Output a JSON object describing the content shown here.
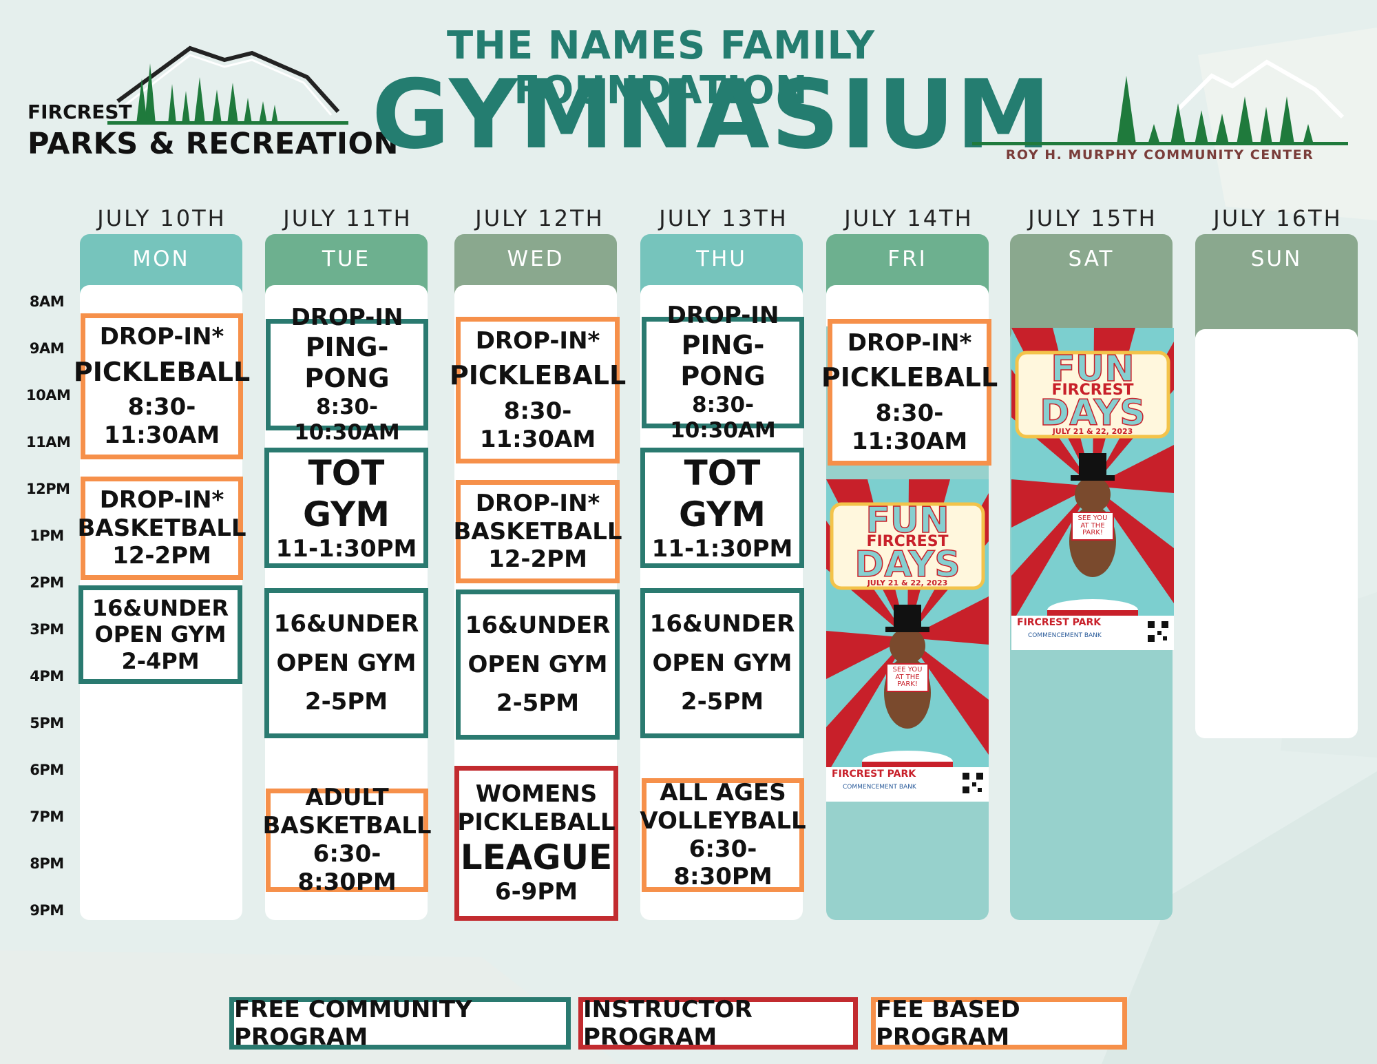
{
  "header": {
    "foundation": "THE NAMES FAMILY FOUNDATION",
    "title": "GYMNASIUM"
  },
  "logo_left": {
    "small": "FIRCREST",
    "big": "PARKS & RECREATION"
  },
  "logo_right": {
    "name": "ROY H. MURPHY COMMUNITY CENTER"
  },
  "times": [
    "8AM",
    "9AM",
    "10AM",
    "11AM",
    "12PM",
    "1PM",
    "2PM",
    "3PM",
    "4PM",
    "5PM",
    "6PM",
    "7PM",
    "8PM",
    "9PM"
  ],
  "days": [
    {
      "date": "JULY 10TH",
      "day": "MON",
      "color": "#76c4bc"
    },
    {
      "date": "JULY 11TH",
      "day": "TUE",
      "color": "#6db08f"
    },
    {
      "date": "JULY 12TH",
      "day": "WED",
      "color": "#8aa88e"
    },
    {
      "date": "JULY 13TH",
      "day": "THU",
      "color": "#76c4bc"
    },
    {
      "date": "JULY 14TH",
      "day": "FRI",
      "color": "#6db08f"
    },
    {
      "date": "JULY 15TH",
      "day": "SAT",
      "color": "#8aa88e"
    },
    {
      "date": "JULY 16TH",
      "day": "SUN",
      "color": "#8aa88e"
    }
  ],
  "events": {
    "mon": [
      {
        "type": "fee",
        "lines": [
          "DROP-IN*",
          "PICKLEBALL",
          "8:30-11:30AM"
        ]
      },
      {
        "type": "fee",
        "lines": [
          "DROP-IN*",
          "BASKETBALL",
          "12-2PM"
        ]
      },
      {
        "type": "free",
        "lines": [
          "16&UNDER",
          "OPEN GYM",
          "2-4PM"
        ]
      }
    ],
    "tue": [
      {
        "type": "free",
        "lines": [
          "DROP-IN",
          "PING-PONG",
          "8:30-10:30AM"
        ]
      },
      {
        "type": "free",
        "lines": [
          "TOT GYM",
          "11-1:30PM"
        ]
      },
      {
        "type": "free",
        "lines": [
          "16&UNDER",
          "OPEN GYM",
          "2-5PM"
        ]
      },
      {
        "type": "fee",
        "lines": [
          "ADULT",
          "BASKETBALL",
          "6:30-8:30PM"
        ]
      }
    ],
    "wed": [
      {
        "type": "fee",
        "lines": [
          "DROP-IN*",
          "PICKLEBALL",
          "8:30-11:30AM"
        ]
      },
      {
        "type": "fee",
        "lines": [
          "DROP-IN*",
          "BASKETBALL",
          "12-2PM"
        ]
      },
      {
        "type": "free",
        "lines": [
          "16&UNDER",
          "OPEN GYM",
          "2-5PM"
        ]
      },
      {
        "type": "instructor",
        "lines": [
          "WOMENS",
          "PICKLEBALL",
          "LEAGUE",
          "6-9PM"
        ]
      }
    ],
    "thu": [
      {
        "type": "free",
        "lines": [
          "DROP-IN",
          "PING-PONG",
          "8:30-10:30AM"
        ]
      },
      {
        "type": "free",
        "lines": [
          "TOT GYM",
          "11-1:30PM"
        ]
      },
      {
        "type": "free",
        "lines": [
          "16&UNDER",
          "OPEN GYM",
          "2-5PM"
        ]
      },
      {
        "type": "fee",
        "lines": [
          "ALL AGES",
          "VOLLEYBALL",
          "6:30-8:30PM"
        ]
      }
    ],
    "fri": [
      {
        "type": "fee",
        "lines": [
          "DROP-IN*",
          "PICKLEBALL",
          "8:30-11:30AM"
        ]
      }
    ]
  },
  "poster": {
    "fun": "FUN",
    "fircrest": "FIRCREST",
    "days": "DAYS",
    "dates": "JULY 21 & 22, 2023",
    "sign": "SEE YOU AT THE PARK!",
    "park": "FIRCREST PARK",
    "bank": "COMMENCEMENT BANK"
  },
  "legend": {
    "free": "FREE COMMUNITY PROGRAM",
    "instructor": "INSTRUCTOR PROGRAM",
    "fee": "FEE BASED PROGRAM"
  },
  "colors": {
    "free": "#2a7a70",
    "instructor": "#c22b2f",
    "fee": "#f6904a",
    "title": "#247d70"
  }
}
